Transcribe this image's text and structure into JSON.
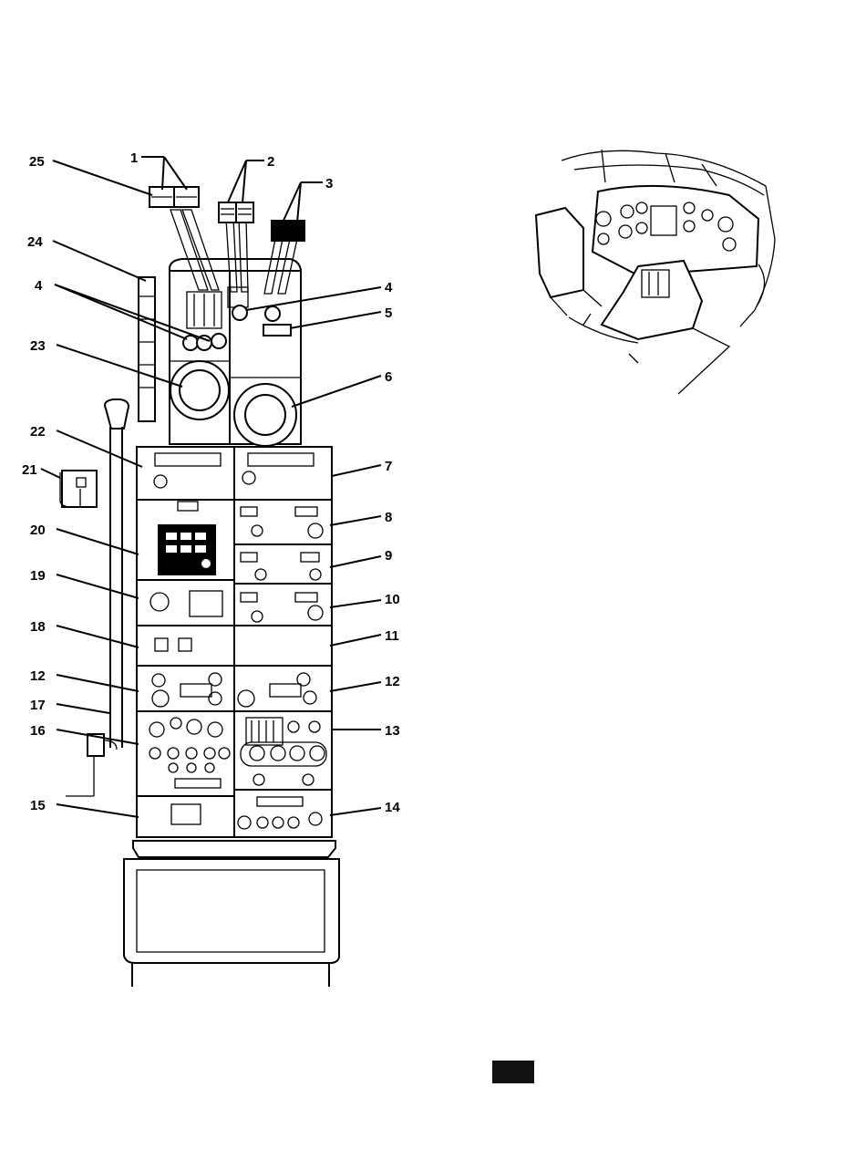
{
  "figure": {
    "callouts": [
      {
        "id": "c1",
        "label": "1"
      },
      {
        "id": "c2",
        "label": "2"
      },
      {
        "id": "c3",
        "label": "3"
      },
      {
        "id": "c4a",
        "label": "4"
      },
      {
        "id": "c4b",
        "label": "4"
      },
      {
        "id": "c5",
        "label": "5"
      },
      {
        "id": "c6",
        "label": "6"
      },
      {
        "id": "c7",
        "label": "7"
      },
      {
        "id": "c8",
        "label": "8"
      },
      {
        "id": "c9",
        "label": "9"
      },
      {
        "id": "c10",
        "label": "10"
      },
      {
        "id": "c11",
        "label": "11"
      },
      {
        "id": "c12a",
        "label": "12"
      },
      {
        "id": "c12b",
        "label": "12"
      },
      {
        "id": "c13",
        "label": "13"
      },
      {
        "id": "c14",
        "label": "14"
      },
      {
        "id": "c15",
        "label": "15"
      },
      {
        "id": "c16",
        "label": "16"
      },
      {
        "id": "c17",
        "label": "17"
      },
      {
        "id": "c18",
        "label": "18"
      },
      {
        "id": "c19",
        "label": "19"
      },
      {
        "id": "c20",
        "label": "20"
      },
      {
        "id": "c21",
        "label": "21"
      },
      {
        "id": "c22",
        "label": "22"
      },
      {
        "id": "c23",
        "label": "23"
      },
      {
        "id": "c24",
        "label": "24"
      },
      {
        "id": "c25",
        "label": "25"
      }
    ]
  },
  "colors": {
    "ink": "#000000",
    "paper": "#ffffff",
    "badge": "#111111"
  }
}
